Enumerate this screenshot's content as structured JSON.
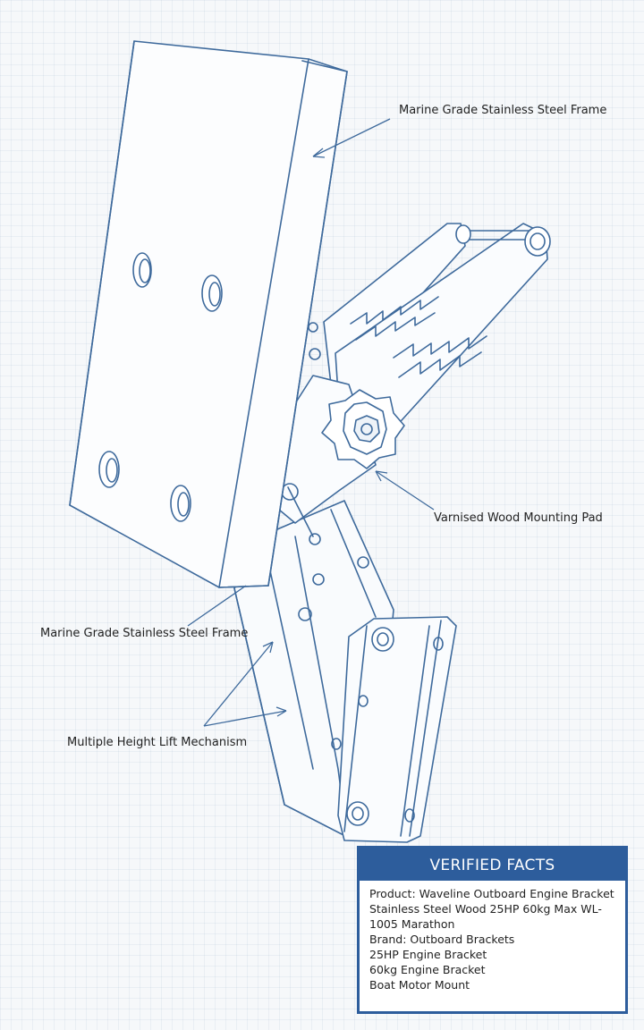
{
  "callouts": {
    "frame_top": "Marine Grade Stainless Steel Frame",
    "wood_pad": "Varnised Wood Mounting Pad",
    "frame_left": "Marine Grade Stainless Steel Frame",
    "lift": "Multiple Height Lift Mechanism"
  },
  "facts": {
    "title": "VERIFIED FACTS",
    "lines": [
      "Product: Waveline Outboard Engine Bracket Stainless Steel Wood 25HP 60kg Max WL-1005 Marathon",
      "Brand: Outboard Brackets",
      "25HP Engine Bracket",
      "60kg Engine Bracket",
      "Boat Motor Mount"
    ]
  },
  "colors": {
    "ink": "#3e6a9c",
    "accent": "#2d5d9c",
    "background": "#f6f8fa"
  }
}
